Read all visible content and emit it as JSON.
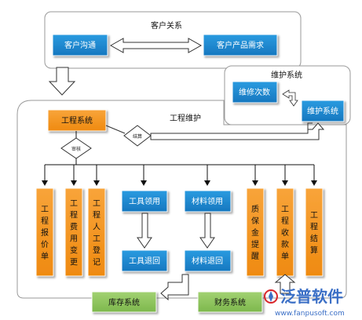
{
  "customer_panel": {
    "title": "客户关系",
    "left_box": "客户沟通",
    "right_box": "客户产品需求"
  },
  "maintenance_panel": {
    "title": "维护系统",
    "count_box": "维修次数",
    "system_box": "维护系统"
  },
  "engineering_panel": {
    "title": "工程维护",
    "system_box": "工程系统",
    "review_label": "审核",
    "settle_label": "结算",
    "vertical_items": [
      {
        "label": "工程报价单",
        "color": "#f5941e"
      },
      {
        "label": "工程费用变更",
        "color": "#f5941e"
      },
      {
        "label": "工程人工登记",
        "color": "#f5941e"
      },
      {
        "label": "质保金提醒",
        "color": "#f5941e"
      },
      {
        "label": "工程收款单",
        "color": "#f5941e"
      },
      {
        "label": "工程结算",
        "color": "#f5941e"
      }
    ],
    "tool_use": "工具领用",
    "tool_return": "工具退回",
    "material_use": "材料领用",
    "material_return": "材料退回"
  },
  "bottom": {
    "inventory": "库存系统",
    "finance": "财务系统"
  },
  "watermark": {
    "brand": "泛普软件",
    "url": "www.fanpusoft.com"
  },
  "colors": {
    "blue_box": "#1f8ad0",
    "orange_box": "#f5941e",
    "green_box": "#8fc460",
    "panel_border": "#9a9a9a"
  }
}
